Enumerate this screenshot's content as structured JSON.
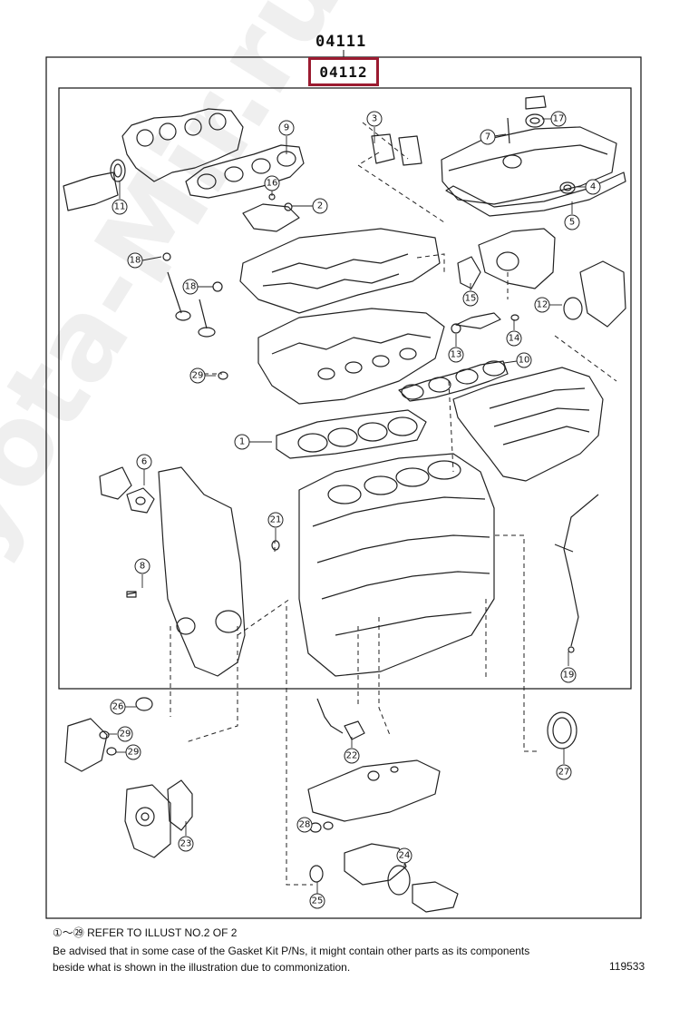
{
  "header": {
    "assembly_number": "04111",
    "kit_number": "04112"
  },
  "callouts": [
    {
      "id": "9",
      "label": "9"
    },
    {
      "id": "3",
      "label": "3"
    },
    {
      "id": "7",
      "label": "7"
    },
    {
      "id": "17",
      "label": "17"
    },
    {
      "id": "11",
      "label": "11"
    },
    {
      "id": "16",
      "label": "16"
    },
    {
      "id": "2",
      "label": "2"
    },
    {
      "id": "4",
      "label": "4"
    },
    {
      "id": "5",
      "label": "5"
    },
    {
      "id": "18a",
      "label": "18"
    },
    {
      "id": "18b",
      "label": "18"
    },
    {
      "id": "15",
      "label": "15"
    },
    {
      "id": "12",
      "label": "12"
    },
    {
      "id": "14",
      "label": "14"
    },
    {
      "id": "13",
      "label": "13"
    },
    {
      "id": "10",
      "label": "10"
    },
    {
      "id": "29a",
      "label": "29"
    },
    {
      "id": "1",
      "label": "1"
    },
    {
      "id": "6",
      "label": "6"
    },
    {
      "id": "21",
      "label": "21"
    },
    {
      "id": "8",
      "label": "8"
    },
    {
      "id": "19",
      "label": "19"
    },
    {
      "id": "26",
      "label": "26"
    },
    {
      "id": "29b",
      "label": "29"
    },
    {
      "id": "29c",
      "label": "29"
    },
    {
      "id": "22",
      "label": "22"
    },
    {
      "id": "27",
      "label": "27"
    },
    {
      "id": "23",
      "label": "23"
    },
    {
      "id": "28",
      "label": "28"
    },
    {
      "id": "24",
      "label": "24"
    },
    {
      "id": "25",
      "label": "25"
    }
  ],
  "notes": {
    "refer_line": "①～㉙ REFER TO ILLUST NO.2 OF 2",
    "advisory": "Be advised that in some case of the Gasket Kit P/Ns, it might contain other parts as its components beside what is shown in the illustration due to commonization."
  },
  "illustration_id": "119533",
  "watermark_text": "Toyota-Mir.ru"
}
